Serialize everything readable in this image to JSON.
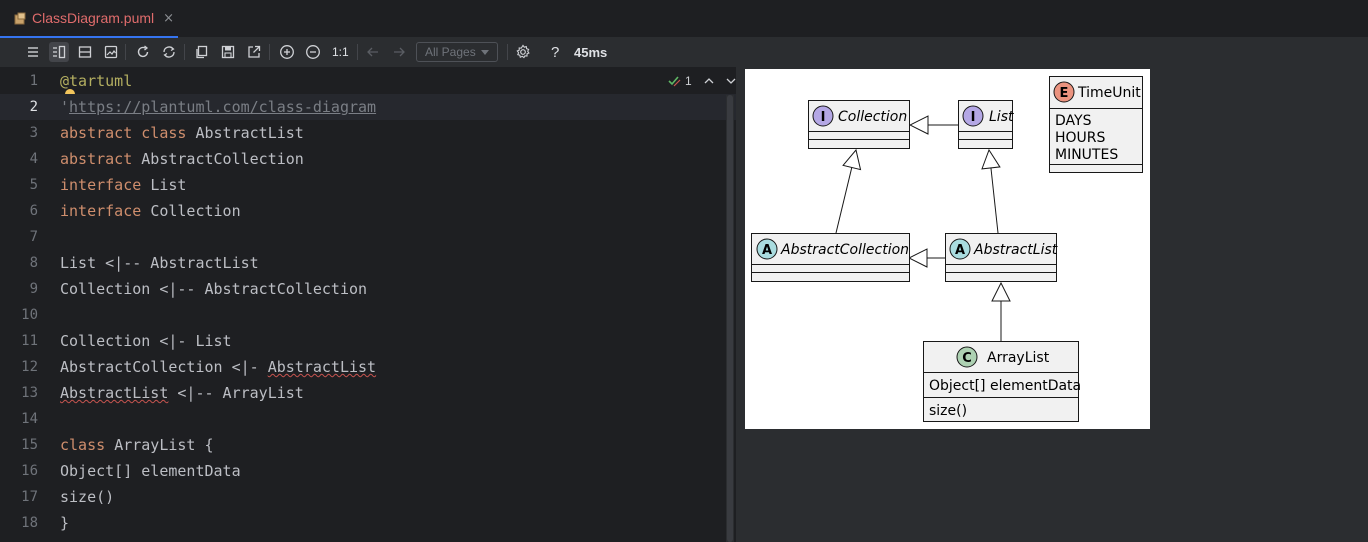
{
  "tab": {
    "label": "ClassDiagram.puml",
    "close": "×"
  },
  "toolbar": {
    "zoom_reset": "1:1",
    "pages": "All Pages",
    "time": "45ms",
    "help": "?"
  },
  "inspection": {
    "count": "1"
  },
  "editor": {
    "lines": [
      {
        "n": "1"
      },
      {
        "n": "2"
      },
      {
        "n": "3"
      },
      {
        "n": "4"
      },
      {
        "n": "5"
      },
      {
        "n": "6"
      },
      {
        "n": "7"
      },
      {
        "n": "8"
      },
      {
        "n": "9"
      },
      {
        "n": "10"
      },
      {
        "n": "11"
      },
      {
        "n": "12"
      },
      {
        "n": "13"
      },
      {
        "n": "14"
      },
      {
        "n": "15"
      },
      {
        "n": "16"
      },
      {
        "n": "17"
      },
      {
        "n": "18"
      }
    ],
    "code": {
      "l1_at": "@",
      "l1_rest": "tartuml",
      "l2_q": "'",
      "l2_url": "https://plantuml.com/class-diagram",
      "kw_abstract": "abstract",
      "kw_class": "class",
      "kw_interface": "interface",
      "l3_name": "AbstractList",
      "l4_name": "AbstractCollection",
      "l5_name": "List",
      "l6_name": "Collection",
      "l8": "List <|-- AbstractList",
      "l9": "Collection <|-- AbstractCollection",
      "l11": "Collection <|- List",
      "l12_a": "AbstractCollection <|- ",
      "l12_b": "AbstractList",
      "l13_a": "AbstractList",
      "l13_b": " <|-- ArrayList",
      "l15_name": "ArrayList {",
      "l16": "Object[] elementData",
      "l17": "size()",
      "l18": "}"
    }
  },
  "diagram": {
    "collection": {
      "stereo": "I",
      "name": "Collection"
    },
    "list": {
      "stereo": "I",
      "name": "List"
    },
    "timeunit": {
      "stereo": "E",
      "name": "TimeUnit",
      "values": [
        "DAYS",
        "HOURS",
        "MINUTES"
      ]
    },
    "abstract_collection": {
      "stereo": "A",
      "name": "AbstractCollection"
    },
    "abstract_list": {
      "stereo": "A",
      "name": "AbstractList"
    },
    "array_list": {
      "stereo": "C",
      "name": "ArrayList",
      "field": "Object[] elementData",
      "method": "size()"
    },
    "colors": {
      "interface": "#b4a7e5",
      "abstract": "#a9dcdf",
      "class": "#add1b2",
      "enum": "#eb937f",
      "box": "#f1f1f1",
      "border": "#181818"
    }
  }
}
